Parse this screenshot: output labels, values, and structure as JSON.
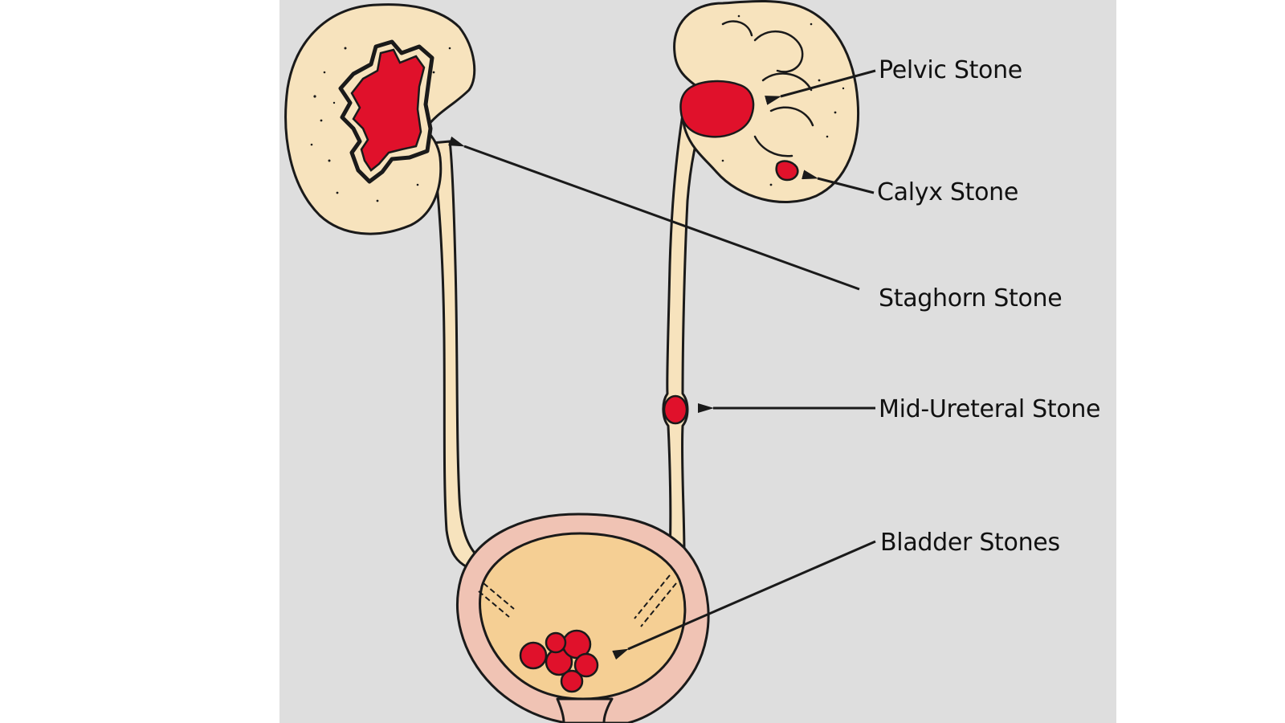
{
  "colors": {
    "background": "#ffffff",
    "panel": "#dedede",
    "tissue": "#f7e3bd",
    "bladder_fill": "#f5cf94",
    "bladder_wall": "#f0c3b4",
    "stone": "#e0112b",
    "outline": "#1a1a1a"
  },
  "labels": {
    "pelvic": "Pelvic Stone",
    "calyx": "Calyx Stone",
    "staghorn": "Staghorn Stone",
    "mid_ureteral": "Mid-Ureteral Stone",
    "bladder": "Bladder Stones"
  }
}
